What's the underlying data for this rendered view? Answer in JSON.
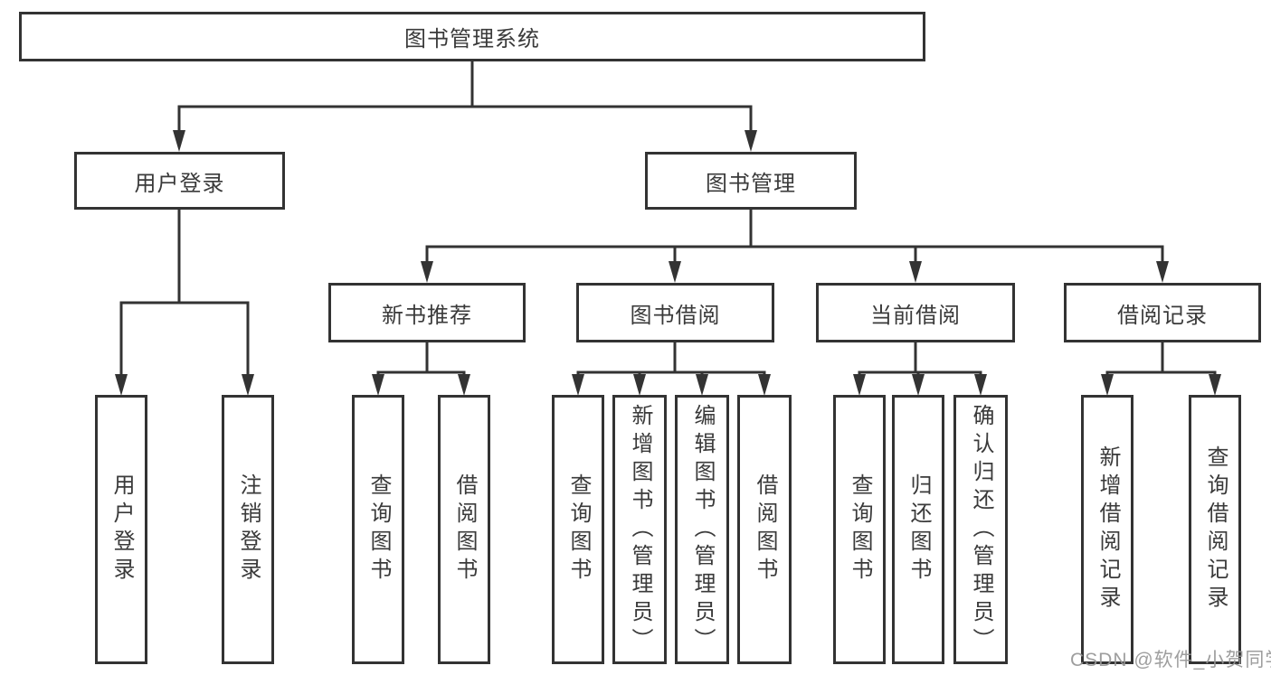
{
  "diagram": {
    "type": "hierarchy-tree",
    "title": "图书管理系统"
  },
  "colors": {
    "line": "#333333",
    "box_border": "#333333",
    "text": "#3a3a3a",
    "background": "#ffffff",
    "watermark": "#969696"
  },
  "nodes": {
    "root": {
      "label": "图书管理系统"
    },
    "login": {
      "label": "用户登录"
    },
    "mgmt": {
      "label": "图书管理"
    },
    "rec": {
      "label": "新书推荐"
    },
    "borrow": {
      "label": "图书借阅"
    },
    "current": {
      "label": "当前借阅"
    },
    "record": {
      "label": "借阅记录"
    },
    "login_user": {
      "label": "用户登录"
    },
    "login_out": {
      "label": "注销登录"
    },
    "rec_query": {
      "label": "查询图书"
    },
    "rec_borrow": {
      "label": "借阅图书"
    },
    "bor_query": {
      "label": "查询图书"
    },
    "bor_add": {
      "label": "新增图书（管理员）"
    },
    "bor_edit": {
      "label": "编辑图书（管理员）"
    },
    "bor_borrow": {
      "label": "借阅图书"
    },
    "cur_query": {
      "label": "查询图书"
    },
    "cur_return": {
      "label": "归还图书"
    },
    "cur_confirm": {
      "label": "确认归还（管理员）"
    },
    "record_add": {
      "label": "新增借阅记录"
    },
    "record_query": {
      "label": "查询借阅记录"
    }
  },
  "hierarchy": {
    "图书管理系统": {
      "用户登录": [
        "用户登录",
        "注销登录"
      ],
      "图书管理": {
        "新书推荐": [
          "查询图书",
          "借阅图书"
        ],
        "图书借阅": [
          "查询图书",
          "新增图书（管理员）",
          "编辑图书（管理员）",
          "借阅图书"
        ],
        "当前借阅": [
          "查询图书",
          "归还图书",
          "确认归还（管理员）"
        ],
        "借阅记录": [
          "新增借阅记录",
          "查询借阅记录"
        ]
      }
    }
  },
  "watermark": {
    "text": "CSDN @软件_小贺同学"
  }
}
